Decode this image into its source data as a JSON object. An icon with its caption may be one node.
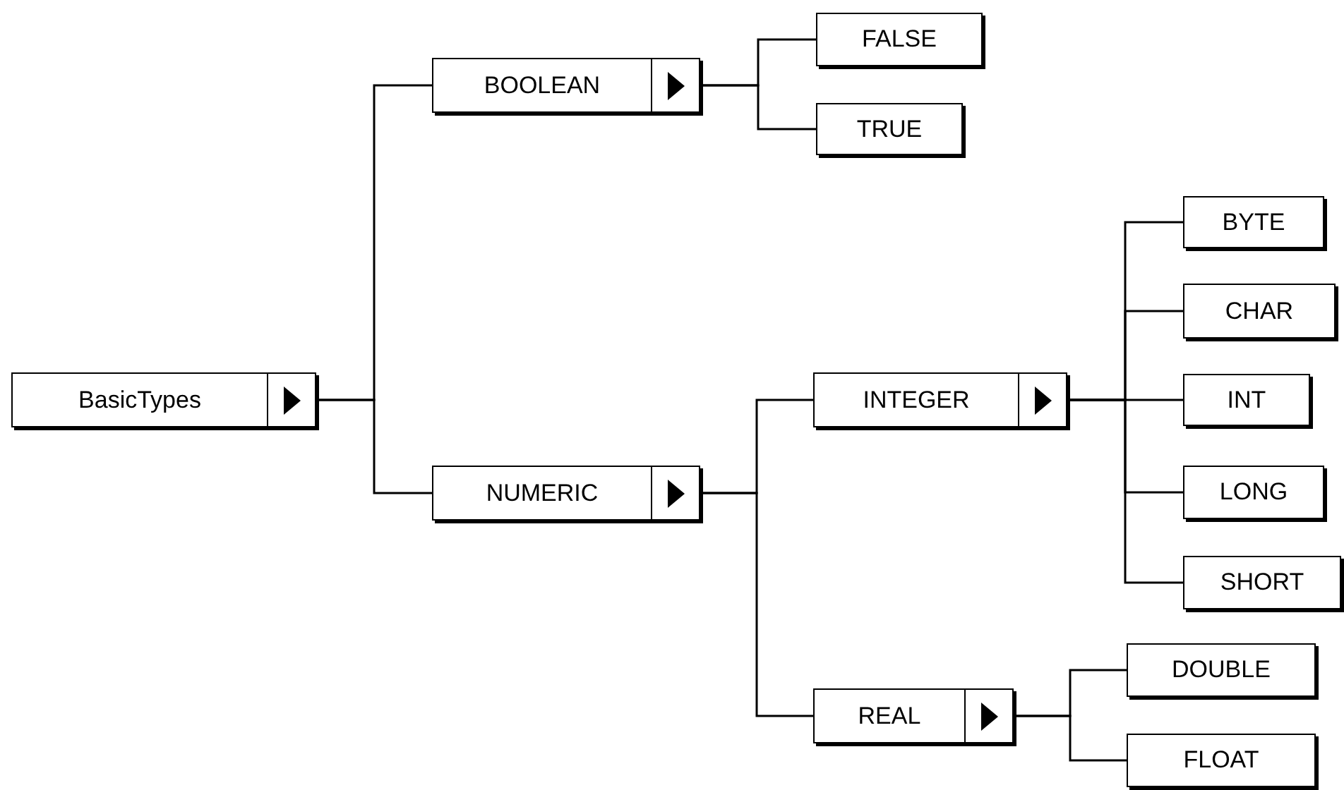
{
  "diagram": {
    "nodes": [
      {
        "text": [
          "BasicTypes"
        ]
      },
      {
        "text": [
          "BOOLEAN"
        ]
      },
      {
        "text": [
          "FALSE"
        ]
      },
      {
        "text": [
          "TRUE"
        ]
      },
      {
        "text": [
          "NUMERIC"
        ]
      },
      {
        "text": [
          "INTEGER"
        ]
      },
      {
        "text": [
          "BYTE"
        ]
      },
      {
        "text": [
          "CHAR"
        ]
      },
      {
        "text": [
          "INT"
        ]
      },
      {
        "text": [
          "LONG"
        ]
      },
      {
        "text": [
          "SHORT"
        ]
      },
      {
        "text": [
          "REAL"
        ]
      },
      {
        "text": [
          "DOUBLE"
        ]
      },
      {
        "text": [
          "FLOAT"
        ]
      }
    ],
    "edges": [
      {
        "from": 0,
        "to": 1,
        "arrow": "none"
      },
      {
        "from": 0,
        "to": 4,
        "arrow": "none"
      },
      {
        "from": 1,
        "to": 2,
        "arrow": "none"
      },
      {
        "from": 1,
        "to": 3,
        "arrow": "none"
      },
      {
        "from": 4,
        "to": 5,
        "arrow": "none"
      },
      {
        "from": 4,
        "to": 11,
        "arrow": "none"
      },
      {
        "from": 5,
        "to": 6,
        "arrow": "none"
      },
      {
        "from": 5,
        "to": 7,
        "arrow": "none"
      },
      {
        "from": 5,
        "to": 8,
        "arrow": "none"
      },
      {
        "from": 5,
        "to": 9,
        "arrow": "none"
      },
      {
        "from": 5,
        "to": 10,
        "arrow": "none"
      },
      {
        "from": 11,
        "to": 12,
        "arrow": "none"
      },
      {
        "from": 11,
        "to": 13,
        "arrow": "none"
      }
    ]
  }
}
